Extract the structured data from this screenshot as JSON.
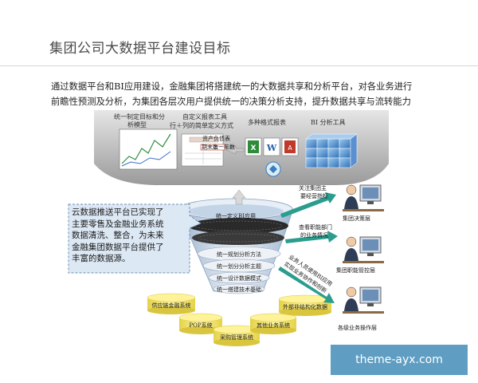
{
  "slide": {
    "title": "集团公司大数据平台建设目标",
    "intro_line1": "通过数据平台和BI应用建设，金融集团将搭建统一的大数据共享和分析平台，对各业务进行",
    "intro_line2": "前瞻性预测及分析，为集团各层次用户提供统一的决策分析支持，提升数据共享与流转能力"
  },
  "top_tools": [
    {
      "caption_1": "统一制定目标和分",
      "caption_2": "析模型"
    },
    {
      "caption_1": "自定义报表工具",
      "caption_2": "行＋列的简单定义方式"
    },
    {
      "caption_1": "多种格式报表",
      "caption_2": ""
    },
    {
      "caption_1": "BI 分析工具",
      "caption_2": ""
    }
  ],
  "mini_table": {
    "header": "资产负债表",
    "cell_1": "期末数",
    "cell_2": "上一年数"
  },
  "callout": {
    "line1": "云数据推送平台已实现了",
    "line2": "主要零售及金融业务系统",
    "line3": "数据清洗、整合，为未来",
    "line4": "金融集团数据平台提供了",
    "line5": "丰富的数据源。"
  },
  "funnel_layers": [
    "统一定义BI应用",
    "统一规划分析方法",
    "统一划分分析主题",
    "统一设计数据模式",
    "统一搭建技术基础"
  ],
  "sources": [
    "供应链金融系统",
    "POP系统",
    "采购管理系统",
    "其他业务系统",
    "外部非结构化数据"
  ],
  "user_layers": [
    {
      "annotation_1": "关注集团主",
      "annotation_2": "要经营指标",
      "label": "集团决策层"
    },
    {
      "annotation_1": "查看职能部门",
      "annotation_2": "的业务情况",
      "label": "集团职能管控层"
    },
    {
      "annotation_1": "业务人员使用BI应用",
      "annotation_2": "实现业务协作和创新",
      "label": "各级业务操作层"
    }
  ],
  "watermark": "theme-ayx.com",
  "colors": {
    "teal_arrow": "#2a9d8f",
    "db_yellow": "#f2e36b",
    "funnel_blue": "#c8d8ea",
    "watermark_bg": "#5f9ec2"
  }
}
